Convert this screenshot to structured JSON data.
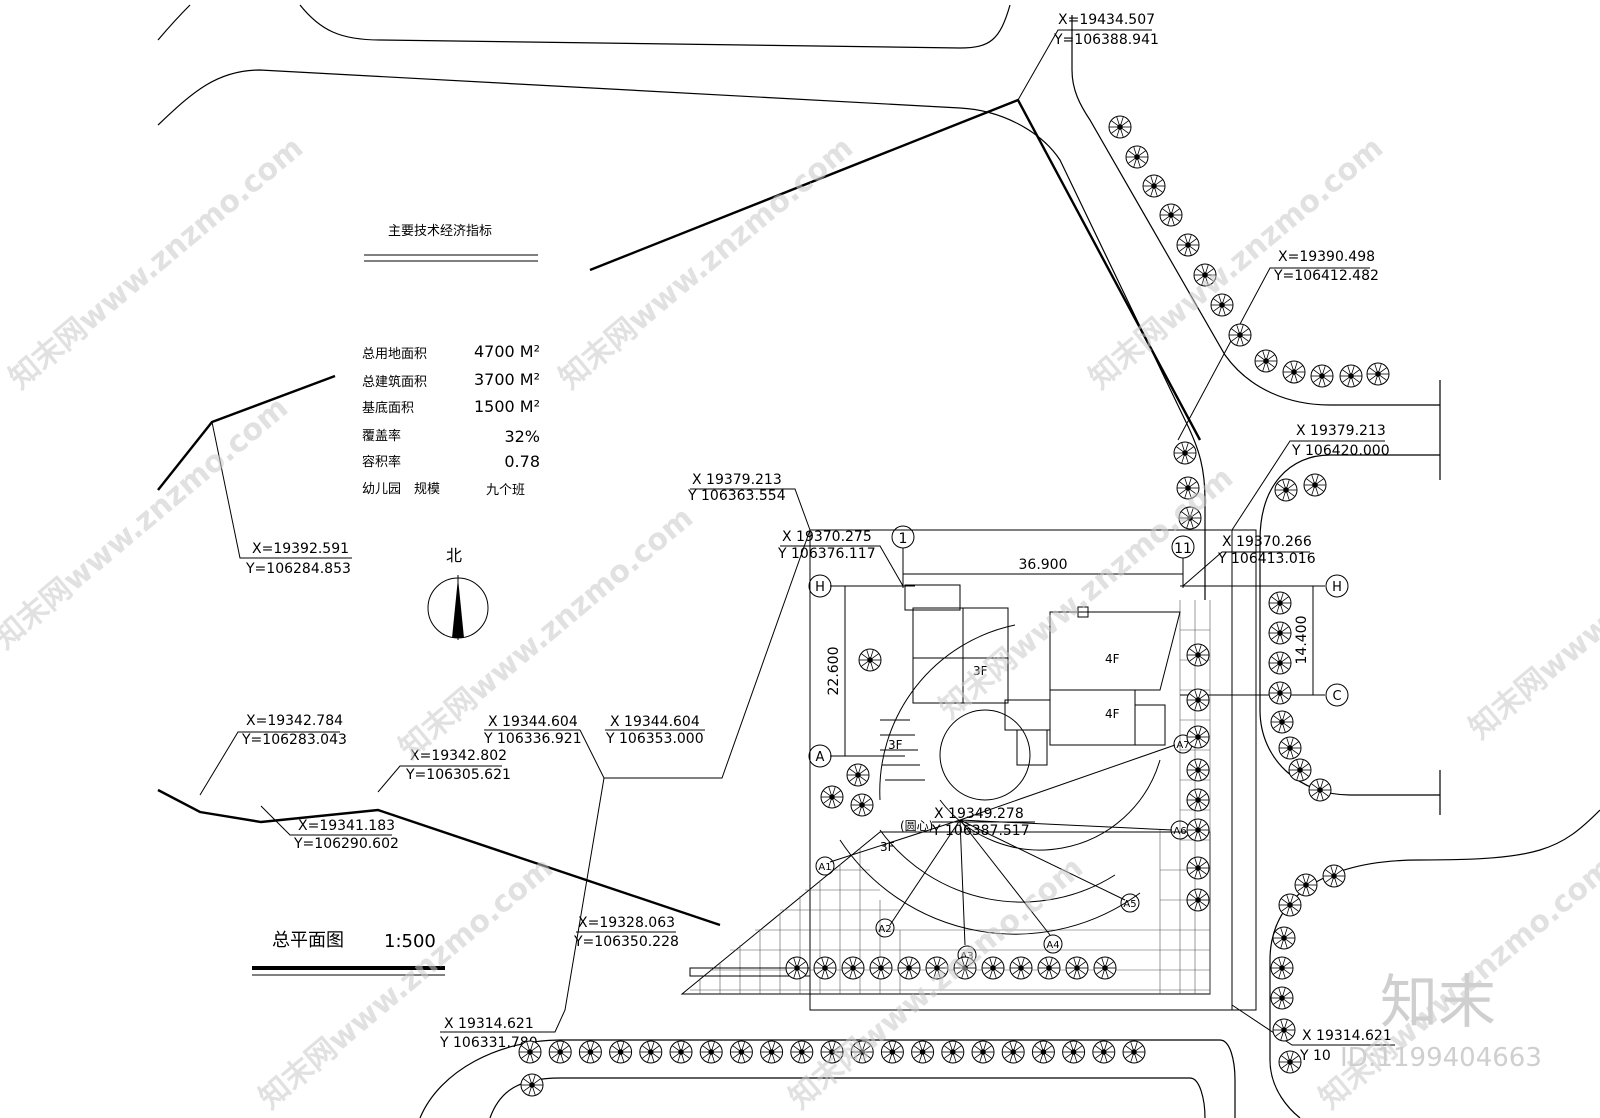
{
  "indicators": {
    "title": "主要技术经济指标",
    "rows": [
      {
        "label": "总用地面积",
        "value": "4700 M²"
      },
      {
        "label": "总建筑面积",
        "value": "3700 M²"
      },
      {
        "label": "基底面积",
        "value": "1500 M²"
      },
      {
        "label": "覆盖率",
        "value": "32%"
      },
      {
        "label": "容积率",
        "value": "0.78"
      },
      {
        "label": "幼儿园　规模",
        "value": "九个班"
      }
    ]
  },
  "north_label": "北",
  "drawing_title": "总平面图",
  "scale": "1:500",
  "coords": {
    "c1": [
      "X=19434.507",
      "Y=106388.941"
    ],
    "c2": [
      "X=19390.498",
      "Y=106412.482"
    ],
    "c3": [
      "X 19379.213",
      "Y 106420.000"
    ],
    "c4": [
      "X 19379.213",
      "Y 106363.554"
    ],
    "c5": [
      "X 19370.275",
      "Y 106376.117"
    ],
    "c6": [
      "X 19370.266",
      "Y 106413.016"
    ],
    "c7": [
      "X=19392.591",
      "Y=106284.853"
    ],
    "c8": [
      "X=19342.784",
      "Y=106283.043"
    ],
    "c9": [
      "X 19344.604",
      "Y 106336.921"
    ],
    "c10": [
      "X 19344.604",
      "Y 106353.000"
    ],
    "c11": [
      "X=19342.802",
      "Y=106305.621"
    ],
    "c12": [
      "X=19341.183",
      "Y=106290.602"
    ],
    "c13": [
      "X 19349.278",
      "Y 106387.517"
    ],
    "c14": [
      "X=19328.063",
      "Y=106350.228"
    ],
    "c15": [
      "X 19314.621",
      "Y 106331.780"
    ],
    "c16": [
      "X 19314.621",
      "Y 10"
    ]
  },
  "dims": {
    "d1": "36.900",
    "d2": "22.600",
    "d3": "14.400"
  },
  "axes": {
    "a1": "1",
    "a11": "11",
    "h": "H",
    "a": "A",
    "c": "C"
  },
  "floors": {
    "f1": "3F",
    "f2": "4F",
    "f3": "4F",
    "f4": "3F",
    "f5": "3F"
  },
  "center_label": "(圆心)",
  "radial_labels": [
    "A1",
    "A2",
    "A3",
    "A4",
    "A5",
    "A6",
    "A7"
  ],
  "watermark_text": "知末网www.znzmo.com",
  "brand": {
    "logo": "知末",
    "id": "ID:1199404663"
  }
}
